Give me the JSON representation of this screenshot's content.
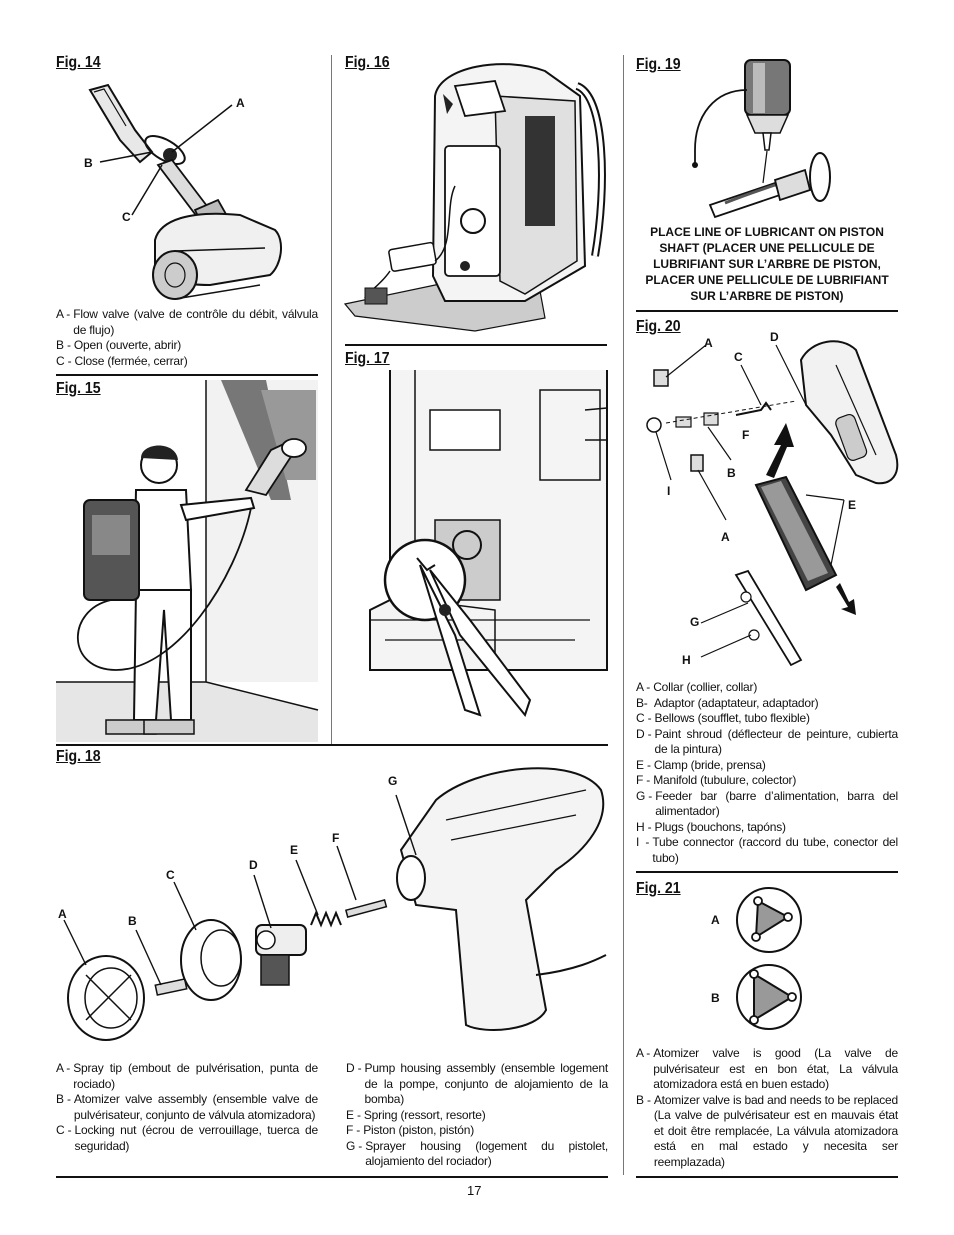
{
  "page_number": "17",
  "fig14": {
    "title": "Fig. 14",
    "labels": {
      "a": "A",
      "b": "B",
      "c": "C"
    },
    "caption": [
      {
        "key": "A - ",
        "text": "Flow valve (valve de contrôle du débit, válvula de flujo)"
      },
      {
        "key": "B - ",
        "text": "Open (ouverte, abrir)"
      },
      {
        "key": "C - ",
        "text": "Close (fermée, cerrar)"
      }
    ]
  },
  "fig15": {
    "title": "Fig. 15"
  },
  "fig16": {
    "title": "Fig. 16"
  },
  "fig17": {
    "title": "Fig. 17"
  },
  "fig18": {
    "title": "Fig. 18",
    "labels": {
      "a": "A",
      "b": "B",
      "c": "C",
      "d": "D",
      "e": "E",
      "f": "F",
      "g": "G"
    },
    "caption_left": [
      {
        "key": "A - ",
        "text": "Spray tip (embout de pulvérisation, punta de rociado)"
      },
      {
        "key": "B - ",
        "text": "Atomizer valve assembly (ensemble valve de pulvérisateur, conjunto de válvula atomizadora)"
      },
      {
        "key": "C - ",
        "text": "Locking nut (écrou de verrouillage, tuerca de seguridad)"
      }
    ],
    "caption_right": [
      {
        "key": "D - ",
        "text": "Pump housing assembly (ensemble logement de la pompe, conjunto de alojamiento de la bomba)"
      },
      {
        "key": "E - ",
        "text": "Spring (ressort, resorte)"
      },
      {
        "key": "F - ",
        "text": "Piston (piston, pistón)"
      },
      {
        "key": "G - ",
        "text": "Sprayer housing (logement du pistolet, alojamiento del rociador)"
      }
    ]
  },
  "fig19": {
    "title": "Fig. 19",
    "note_lines": [
      "PLACE LINE OF LUBRICANT  ON PISTON",
      "SHAFT (PLACER UNE PELLICULE DE",
      "LUBRIFIANT SUR L’ARBRE DE PISTON,",
      "PLACER UNE PELLICULE DE LUBRIFIANT",
      "SUR L’ARBRE DE PISTON)"
    ]
  },
  "fig20": {
    "title": "Fig. 20",
    "labels": {
      "a1": "A",
      "a2": "A",
      "b": "B",
      "c": "C",
      "d": "D",
      "e": "E",
      "f": "F",
      "g": "G",
      "h": "H",
      "i": "I"
    },
    "caption": [
      {
        "key": "A - ",
        "text": "Collar (collier, collar)"
      },
      {
        "key": "B-  ",
        "text": "Adaptor (adaptateur, adaptador)"
      },
      {
        "key": "C - ",
        "text": "Bellows (soufflet, tubo flexible)"
      },
      {
        "key": "D - ",
        "text": "Paint shroud (déflecteur de peinture, cubierta de la pintura)"
      },
      {
        "key": "E - ",
        "text": "Clamp (bride, prensa)"
      },
      {
        "key": "F - ",
        "text": "Manifold (tubulure, colector)"
      },
      {
        "key": "G - ",
        "text": "Feeder bar (barre d’alimentation, barra del alimentador)"
      },
      {
        "key": "H - ",
        "text": "Plugs (bouchons, tapóns)"
      },
      {
        "key": "I  - ",
        "text": "Tube connector (raccord du tube, conector del tubo)"
      }
    ]
  },
  "fig21": {
    "title": "Fig. 21",
    "labels": {
      "a": "A",
      "b": "B"
    },
    "caption": [
      {
        "key": "A - ",
        "text": "Atomizer valve is good (La valve de pulvérisateur est en bon état, La válvula atomizadora está en buen estado)"
      },
      {
        "key": "B - ",
        "text": "Atomizer valve is bad and needs to be replaced (La valve de pulvérisateur est en mauvais état et doit être remplacée, La válvula atomizadora está en mal estado y necesita ser reemplazada)"
      }
    ]
  }
}
